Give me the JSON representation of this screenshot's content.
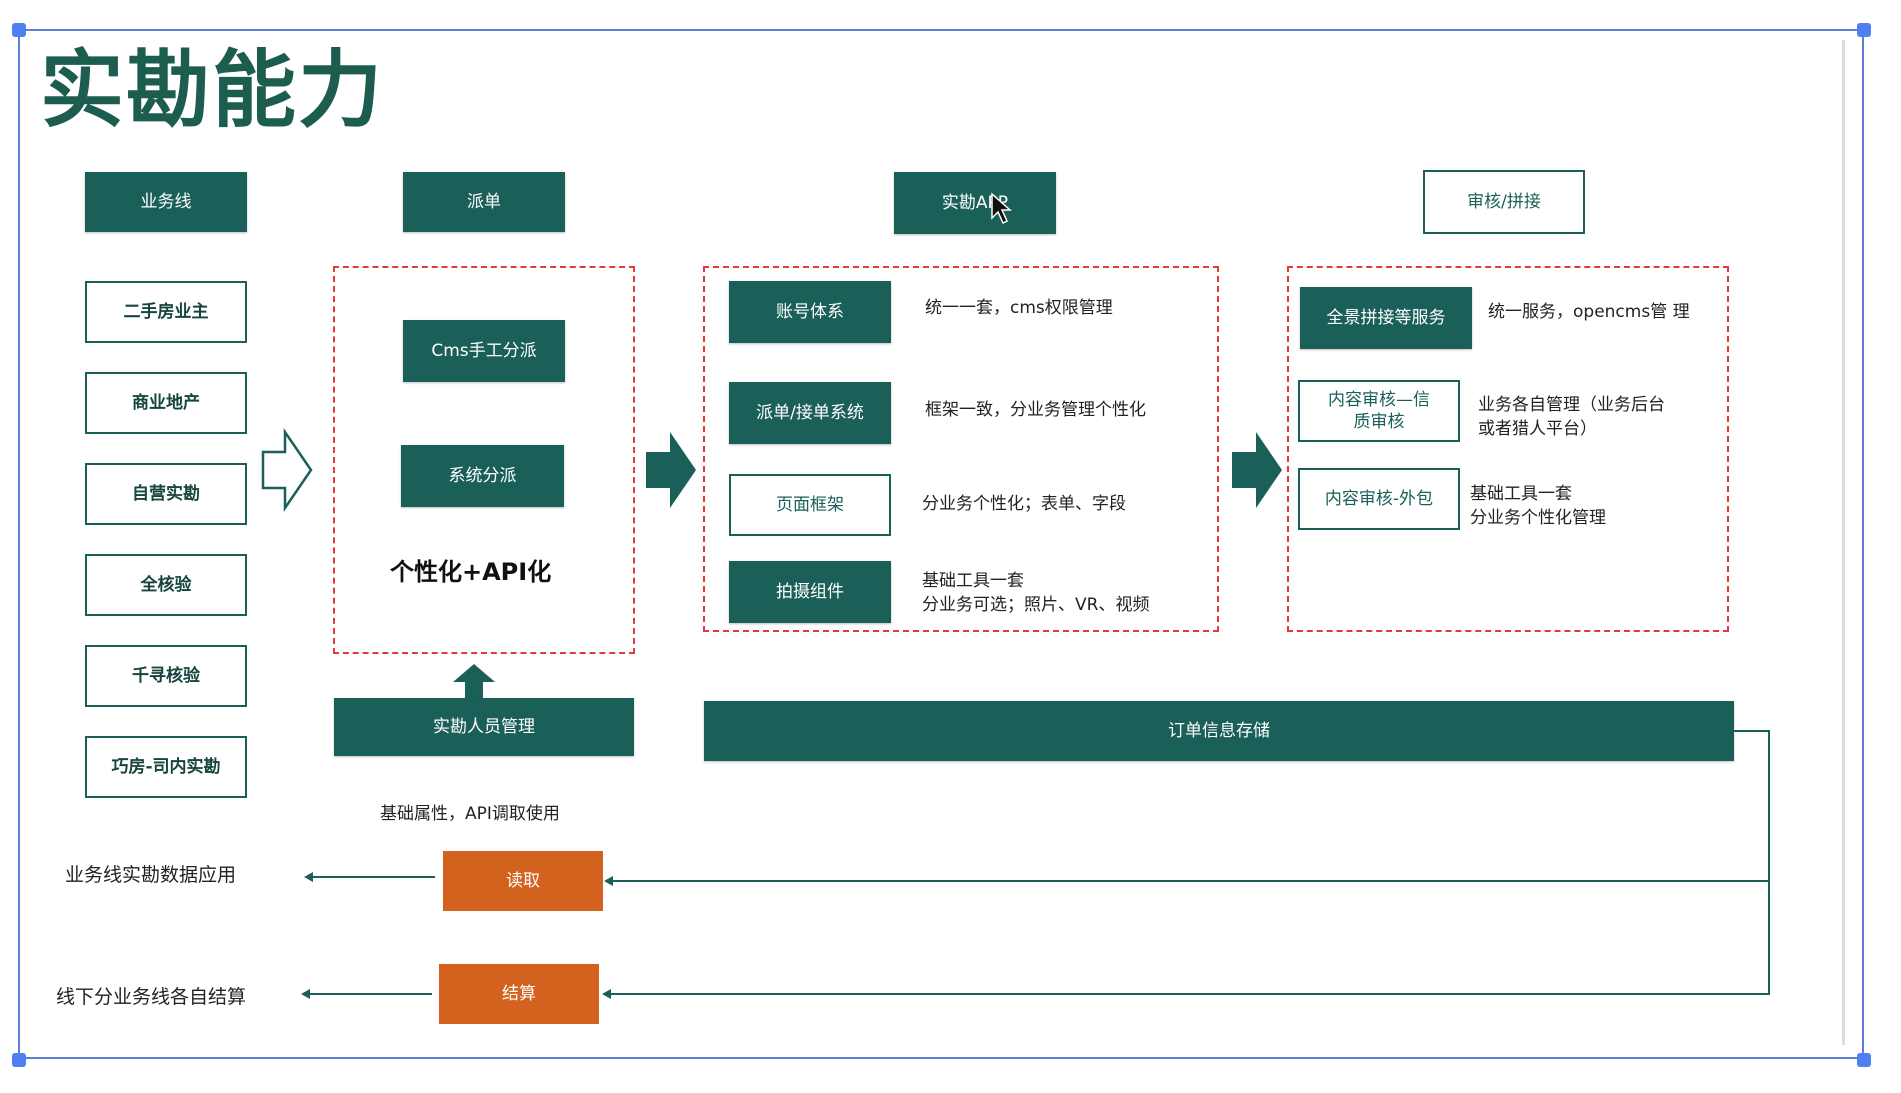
{
  "title": "实勘能力",
  "headers": {
    "business_line": "业务线",
    "dispatch": "派单",
    "app": "实勘APP",
    "review": "审核/拼接"
  },
  "business_lines": [
    "二手房业主",
    "商业地产",
    "自营实勘",
    "全核验",
    "千寻核验",
    "巧房-司内实勘"
  ],
  "dispatch": {
    "cms_manual": "Cms手工分派",
    "system": "系统分派",
    "label": "个性化+API化"
  },
  "app_modules": [
    {
      "name": "账号体系",
      "desc_lines": [
        "统一一套，cms权限管理"
      ]
    },
    {
      "name": "派单/接单系统",
      "desc_lines": [
        "框架一致，分业务管理个性化"
      ]
    },
    {
      "name": "页面框架",
      "desc_lines": [
        "分业务个性化；表单、字段"
      ]
    },
    {
      "name": "拍摄组件",
      "desc_lines": [
        "基础工具一套",
        "分业务可选；照片、VR、视频"
      ]
    }
  ],
  "review_modules": [
    {
      "name_lines": [
        "全景拼接等服务"
      ],
      "desc_lines": [
        "统一服务，opencms管 理"
      ]
    },
    {
      "name_lines": [
        "内容审核—信",
        "质审核"
      ],
      "desc_lines": [
        "业务各自管理（业务后台",
        "或者猎人平台）"
      ]
    },
    {
      "name_lines": [
        "内容审核-外包"
      ],
      "desc_lines": [
        "基础工具一套",
        "分业务个性化管理"
      ]
    }
  ],
  "staff_mgmt": "实勘人员管理",
  "staff_note": "基础属性，API调取使用",
  "order_storage": "订单信息存储",
  "read": "读取",
  "settle": "结算",
  "read_target": "业务线实勘数据应用",
  "settle_target": "线下分业务线各自结算",
  "colors": {
    "primary": "#1a5f58",
    "orange": "#d3621f",
    "dash_red": "#e03a3a",
    "title": "#1d5d50"
  },
  "cursor": "mouse-pointer-icon"
}
